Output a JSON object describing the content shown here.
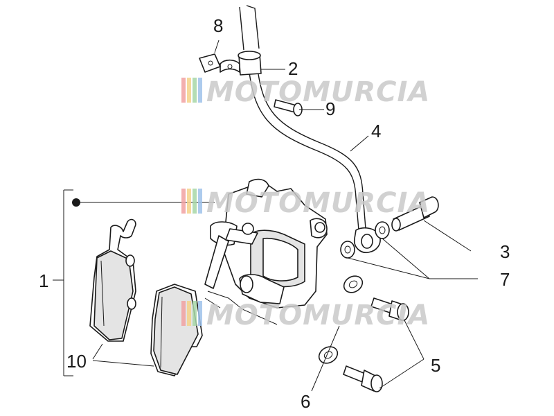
{
  "labels": {
    "l1": "1",
    "l2": "2",
    "l3": "3",
    "l4": "4",
    "l5": "5",
    "l6": "6",
    "l7": "7",
    "l8": "8",
    "l9": "9",
    "l10": "10"
  },
  "watermark": {
    "text": "MOTOMURCIA",
    "stripe_colors": [
      "#f2a2a2",
      "#f5d38a",
      "#a8d8a8",
      "#9fc2ea"
    ]
  }
}
